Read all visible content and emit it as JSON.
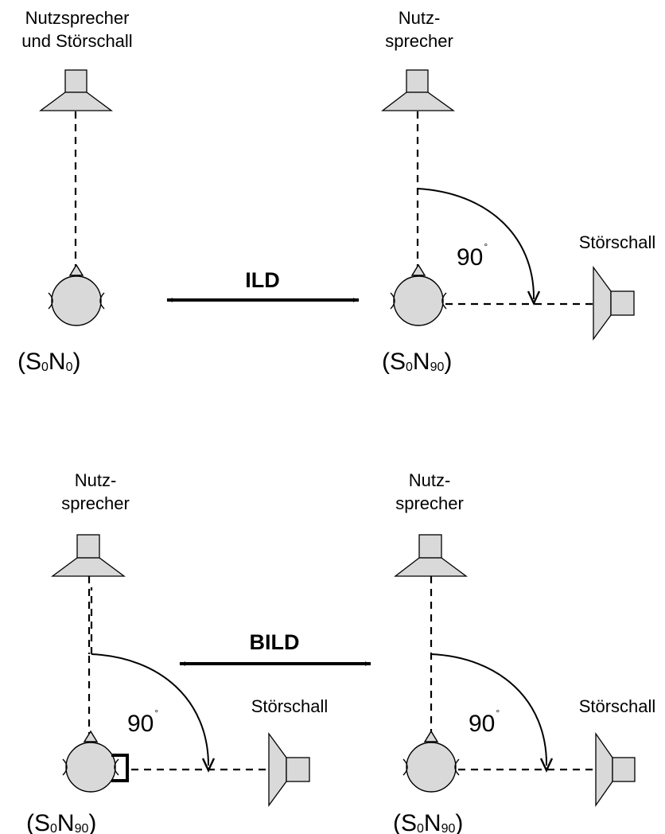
{
  "colors": {
    "fill": "#d9d9d9",
    "line": "#000000",
    "background": "#ffffff"
  },
  "labels": {
    "nutzsprecher_und_stoerschall_1": "Nutzsprecher",
    "nutzsprecher_und_stoerschall_2": "und Störschall",
    "nutz_1": "Nutz-",
    "nutz_2": "sprecher",
    "stoerschall": "Störschall",
    "ild": "ILD",
    "bild": "BILD",
    "angle": "90",
    "degree": "°"
  },
  "conditions": {
    "s0n0": {
      "open": "(S",
      "s": "0",
      "n": "N",
      "nsub": "0",
      "close": ")"
    },
    "s0n90": {
      "open": "(S",
      "s": "0",
      "n": "N",
      "nsub": "90",
      "close": ")"
    }
  }
}
